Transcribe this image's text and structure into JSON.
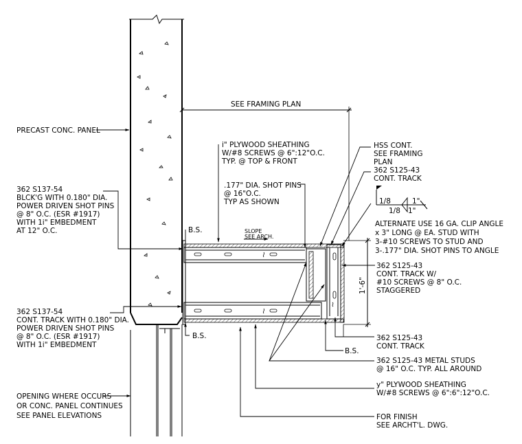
{
  "labels": {
    "see_framing_plan": "SEE FRAMING PLAN",
    "precast_panel": "PRECAST CONC. PANEL",
    "plywood_top": [
      "i\" PLYWOOD SHEATHING",
      "W/#8 SCREWS @ 6\":12\"O.C.",
      "TYP. @ TOP & FRONT"
    ],
    "hss": [
      "HSS CONT.",
      "SEE FRAMING",
      "PLAN"
    ],
    "track_top_right": [
      "362 S125-43",
      "CONT. TRACK"
    ],
    "shot_pins": [
      ".177\" DIA. SHOT PINS",
      "@ 16\"O.C.",
      "TYP AS SHOWN"
    ],
    "blocking": [
      "362 S137-54",
      "BLCK'G WITH 0.180\" DIA.",
      "POWER DRIVEN SHOT PINS",
      "@ 8\" O.C. (ESR #1917)",
      "WITH 1i\" EMBEDMENT",
      "AT 12\" O.C."
    ],
    "weld_values": [
      "1/8",
      "1\"",
      "1/8",
      "1\""
    ],
    "alternate": [
      "ALTERNATE  USE 16 GA. CLIP ANGLE",
      "x 3\" LONG @ EA. STUD WITH",
      "3-#10 SCREWS TO STUD AND",
      "3-.177\" DIA. SHOT PINS TO ANGLE"
    ],
    "slope": [
      "SLOPE",
      "SEE ARCH."
    ],
    "bs_top": "B.S.",
    "track_screws": [
      "362 S125-43",
      "CONT. TRACK W/",
      "#10 SCREWS @ 8\" O.C.",
      "STAGGERED"
    ],
    "dimension": "1'-6\"",
    "bottom_track_left": [
      "362 S137-54",
      "CONT. TRACK WITH 0.180\" DIA.",
      "POWER DRIVEN SHOT PINS",
      "@ 8\" O.C. (ESR #1917)",
      "WITH 1i\" EMBEDMENT"
    ],
    "bs_bottom_left": "B.S.",
    "track_bottom_right": [
      "362 S125-43",
      "CONT. TRACK"
    ],
    "bs_bottom_right": "B.S.",
    "studs": [
      "362 S125-43 METAL STUDS",
      "@ 16\" O.C. TYP. ALL AROUND"
    ],
    "plywood_bottom": [
      "y\" PLYWOOD SHEATHING",
      "W/#8 SCREWS @ 6\":6\":12\"O.C."
    ],
    "opening": [
      "OPENING WHERE OCCURS",
      "OR CONC. PANEL CONTINUES",
      "SEE PANEL ELEVATIONS"
    ],
    "finish": [
      "FOR FINISH",
      "SEE ARCHT'L. DWG."
    ]
  }
}
